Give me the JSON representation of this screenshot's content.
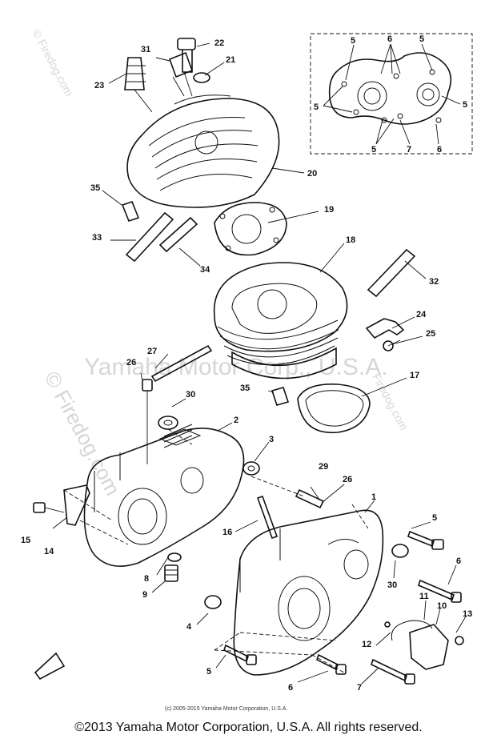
{
  "watermarks": {
    "center": "Yamaha Motor Corp., U.S.A.",
    "left": "© Firedog.com",
    "top_left": "© Firedog.com",
    "right": "Firedog.com"
  },
  "note": "(c) 2005-2015 Yamaha Motor Corporation, U.S.A.",
  "copyright": "©2013 Yamaha Motor Corporation, U.S.A. All rights reserved.",
  "labels": {
    "l22": "22",
    "l31": "31",
    "l21": "21",
    "l23": "23",
    "l20": "20",
    "l35a": "35",
    "l19": "19",
    "l33": "33",
    "l34": "34",
    "l18": "18",
    "l32": "32",
    "l24": "24",
    "l25": "25",
    "l27": "27",
    "l26a": "26",
    "l35b": "35",
    "l17": "17",
    "l30a": "30",
    "l2": "2",
    "l3": "3",
    "l29": "29",
    "l26b": "26",
    "l1": "1",
    "l15": "15",
    "l14": "14",
    "l16": "16",
    "l5a": "5",
    "l8": "8",
    "l9": "9",
    "l30b": "30",
    "l6a": "6",
    "l4": "4",
    "l11": "11",
    "l10": "10",
    "l13": "13",
    "l12": "12",
    "l5b": "5",
    "l6b": "6",
    "l7a": "7",
    "i5a": "5",
    "i6a": "6",
    "i5b": "5",
    "i5c": "5",
    "i5d": "5",
    "i5e": "5",
    "i7": "7",
    "i6b": "6"
  }
}
